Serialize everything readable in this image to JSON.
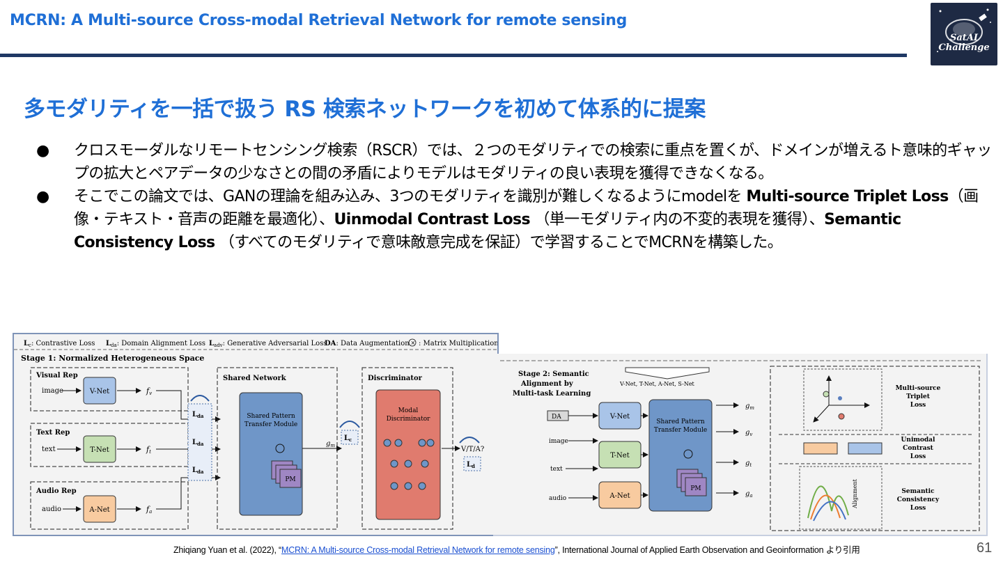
{
  "header": {
    "title": "MCRN: A Multi-source Cross-modal Retrieval Network for remote sensing",
    "logo_text_line1": "SatAI",
    "logo_text_line2": "Challenge"
  },
  "headline": "多モダリティを一括で扱う RS 検索ネットワークを初めて体系的に提案",
  "bullets": [
    {
      "symbol": "●",
      "text": "クロスモーダルなリモートセンシング検索（RSCR）では、２つのモダリティでの検索に重点を置くが、ドメインが増えるト意味的ギャップの拡大とペアデータの少なさとの間の矛盾によりモデルはモダリティの良い表現を獲得できなくなる。"
    },
    {
      "symbol": "●",
      "part1": "そこでこの論文では、GANの理論を組み込み、3つのモダリティを識別が難しくなるようにmodelを ",
      "bold1": "Multi-source Triplet Loss",
      "part2": "（画像・テキスト・音声の距離を最適化）、",
      "bold2": "Uinmodal Contrast Loss",
      "part3": " （単一モダリティ内の不変的表現を獲得）、",
      "bold3": "Semantic Consistency Loss",
      "part4": " （すべてのモダリティで意味敵意完成を保証）で学習することでMCRNを構築した。"
    }
  ],
  "figure1": {
    "legend": {
      "lc": "L",
      "lc_sub": "c",
      "lc_desc": ": Contrastive Loss",
      "lda": "L",
      "lda_sub": "da",
      "lda_desc": ": Domain Alignment Loss",
      "ladv": "L",
      "ladv_sub": "adv",
      "ladv_desc": ": Generative Adversarial Loss",
      "da": "DA",
      "da_desc": ": Data Augmentation",
      "mm_desc": ": Matrix Multiplication"
    },
    "stage_title": "Stage 1: Normalized Heterogeneous Space",
    "visual_rep": "Visual Rep",
    "text_rep": "Text Rep",
    "audio_rep": "Audio Rep",
    "input_image": "image",
    "input_text": "text",
    "input_audio": "audio",
    "vnet": "V-Net",
    "tnet": "T-Net",
    "anet": "A-Net",
    "f_v": "f",
    "f_v_sub": "v",
    "f_t": "f",
    "f_t_sub": "t",
    "f_a": "f",
    "f_a_sub": "a",
    "loss_da": "L",
    "loss_da_sub": "da",
    "shared_network": "Shared Network",
    "sptm_line1": "Shared Pattern",
    "sptm_line2": "Transfer Module",
    "pm": "PM",
    "gm": "g",
    "gm_sub": "m",
    "lc_box": "L",
    "lc_box_sub": "c",
    "discriminator": "Discriminator",
    "modal_disc_line1": "Modal",
    "modal_disc_line2": "Discriminator",
    "vta": "V/T/A?",
    "ld": "L",
    "ld_sub": "d"
  },
  "figure2": {
    "stage_line1": "Stage 2: Semantic",
    "stage_line2": "Alignment by",
    "stage_line3": "Multi-task Learning",
    "nets_caption": "V-Net, T-Net, A-Net, S-Net",
    "da": "DA",
    "input_image": "image",
    "input_text": "text",
    "input_audio": "audio",
    "vnet": "V-Net",
    "tnet": "T-Net",
    "anet": "A-Net",
    "sptm_line1": "Shared Pattern",
    "sptm_line2": "Transfer Module",
    "pm": "PM",
    "out_gm": "g",
    "out_gm_sub": "m",
    "out_gv": "g",
    "out_gv_sub": "v",
    "out_gt": "g",
    "out_gt_sub": "t",
    "out_ga": "g",
    "out_ga_sub": "a",
    "triplet_line1": "Multi-source",
    "triplet_line2": "Triplet",
    "triplet_line3": "Loss",
    "contrast_line1": "Unimodal",
    "contrast_line2": "Contrast",
    "contrast_line3": "Loss",
    "consistency_line1": "Semantic",
    "consistency_line2": "Consistency",
    "consistency_line3": "Loss",
    "alignment": "Alignment"
  },
  "citation": {
    "prefix": "Zhiqiang Yuan et al. (2022), “",
    "link": "MCRN: A Multi-source Cross-modal Retrieval Network for remote sensing",
    "suffix": "”, International Journal of Applied Earth Observation and Geoinformation より引用"
  },
  "page_number": "61",
  "colors": {
    "title_blue": "#1f6fd6",
    "rule_navy": "#1f3864",
    "vnet_blue": "#a9c4e8",
    "tnet_green": "#c6e0b4",
    "anet_orange": "#f8cba0",
    "shared_blue": "#6f96c8",
    "disc_red": "#e07b6e",
    "pm_purple": "#9f87c4"
  }
}
